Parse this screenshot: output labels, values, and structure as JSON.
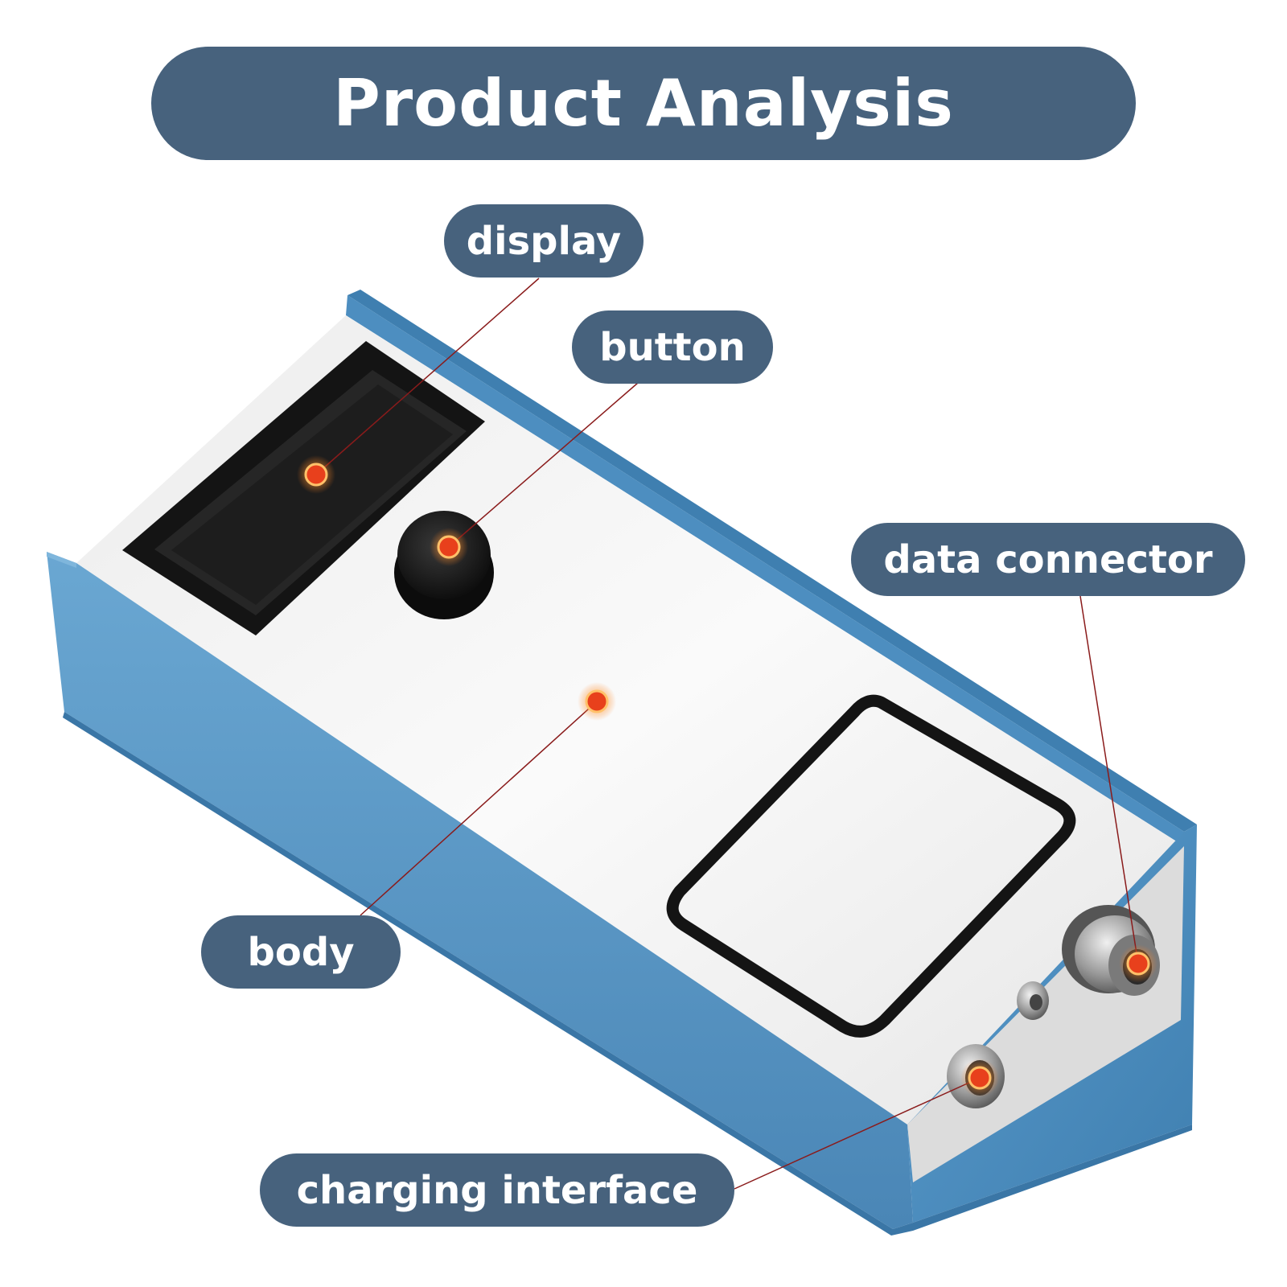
{
  "title": "Product Analysis",
  "labels": {
    "display": "display",
    "button": "button",
    "data_connector": "data connector",
    "body": "body",
    "charging_interface": "charging interface"
  },
  "colors": {
    "pill_background": "#47627d",
    "pill_text": "#ffffff",
    "device_frame": "#4a8bbd",
    "device_panel": "#f2f2f2",
    "screen": "#1b1b1b",
    "marker": "#e8401c",
    "leader_line": "#8a1b1b"
  }
}
